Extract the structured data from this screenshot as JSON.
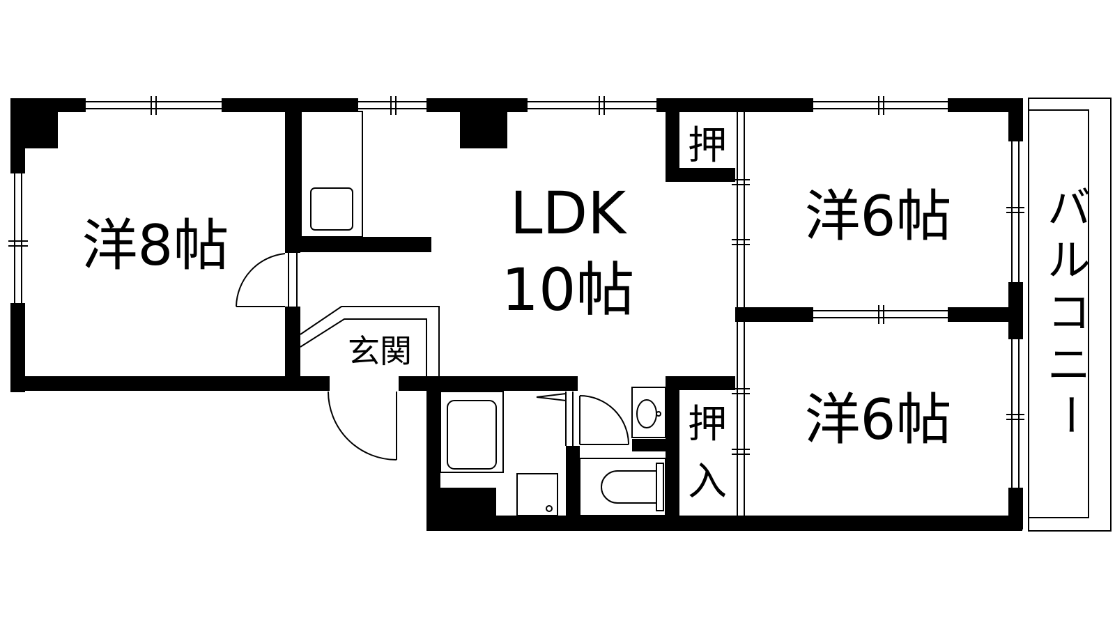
{
  "rooms": {
    "western_8": "洋8帖",
    "ldk_name": "LDK",
    "ldk_size": "10帖",
    "western_6_top": "洋6帖",
    "western_6_bottom": "洋6帖",
    "entrance": "玄関",
    "closet_top": "押",
    "closet_bottom_1": "押",
    "closet_bottom_2": "入",
    "balcony": [
      "バ",
      "ル",
      "コ",
      "ニ",
      "ー"
    ]
  },
  "colors": {
    "wall": "#000000",
    "background": "#ffffff"
  }
}
